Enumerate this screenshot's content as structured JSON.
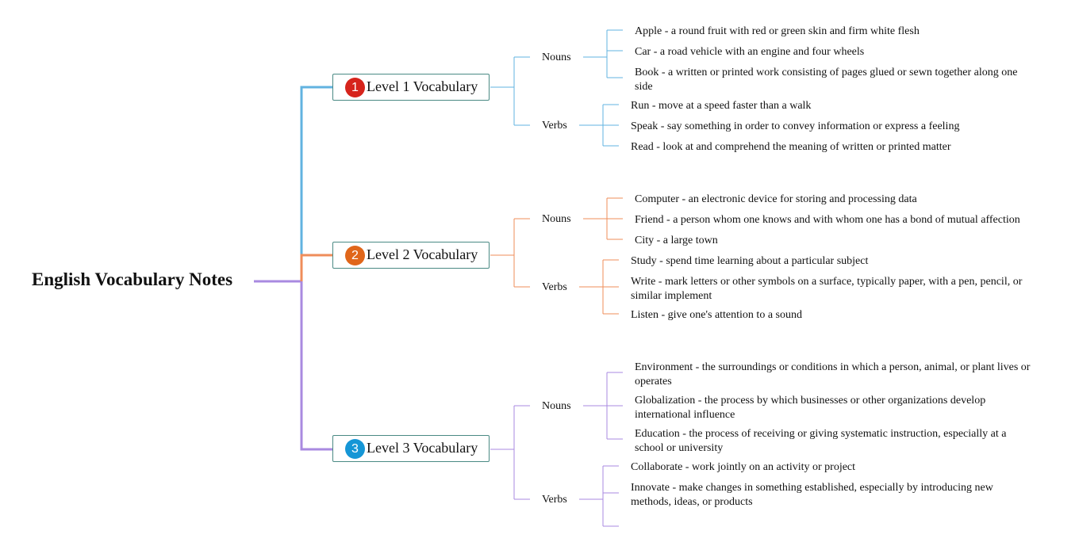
{
  "title": "English Vocabulary Notes",
  "colors": {
    "root_line": "#a98ae0",
    "levels": [
      "#62b3e0",
      "#ef8d5a",
      "#a98ae0"
    ],
    "badges": [
      "#d6241c",
      "#e0661a",
      "#1596d6"
    ]
  },
  "levels": [
    {
      "number": "1",
      "label": "Level 1 Vocabulary",
      "categories": [
        {
          "label": "Nouns",
          "items": [
            "Apple - a round fruit with red or green skin and firm white flesh",
            "Car - a road vehicle with an engine and four wheels",
            "Book - a written or printed work consisting of pages glued or sewn together along one side"
          ]
        },
        {
          "label": "Verbs",
          "items": [
            "Run - move at a speed faster than a walk",
            "Speak - say something in order to convey information or express a feeling",
            "Read - look at and comprehend the meaning of written or printed matter"
          ]
        }
      ]
    },
    {
      "number": "2",
      "label": "Level 2 Vocabulary",
      "categories": [
        {
          "label": "Nouns",
          "items": [
            "Computer - an electronic device for storing and processing data",
            "Friend - a person whom one knows and with whom one has a bond of mutual affection",
            "City - a large town"
          ]
        },
        {
          "label": "Verbs",
          "items": [
            "Study - spend time learning about a particular subject",
            "Write - mark letters or other symbols on a surface, typically paper, with a pen, pencil, or similar implement",
            "Listen - give one's attention to a sound"
          ]
        }
      ]
    },
    {
      "number": "3",
      "label": "Level 3 Vocabulary",
      "categories": [
        {
          "label": "Nouns",
          "items": [
            "Environment - the surroundings or conditions in which a person, animal, or plant lives or operates",
            "Globalization - the process by which businesses or other organizations develop international influence",
            "Education - the process of receiving or giving systematic instruction, especially at a school or university"
          ]
        },
        {
          "label": "Verbs",
          "items": [
            "Collaborate - work jointly on an activity or project",
            "Innovate - make changes in something established, especially by introducing new methods, ideas, or products",
            ""
          ]
        }
      ]
    }
  ]
}
